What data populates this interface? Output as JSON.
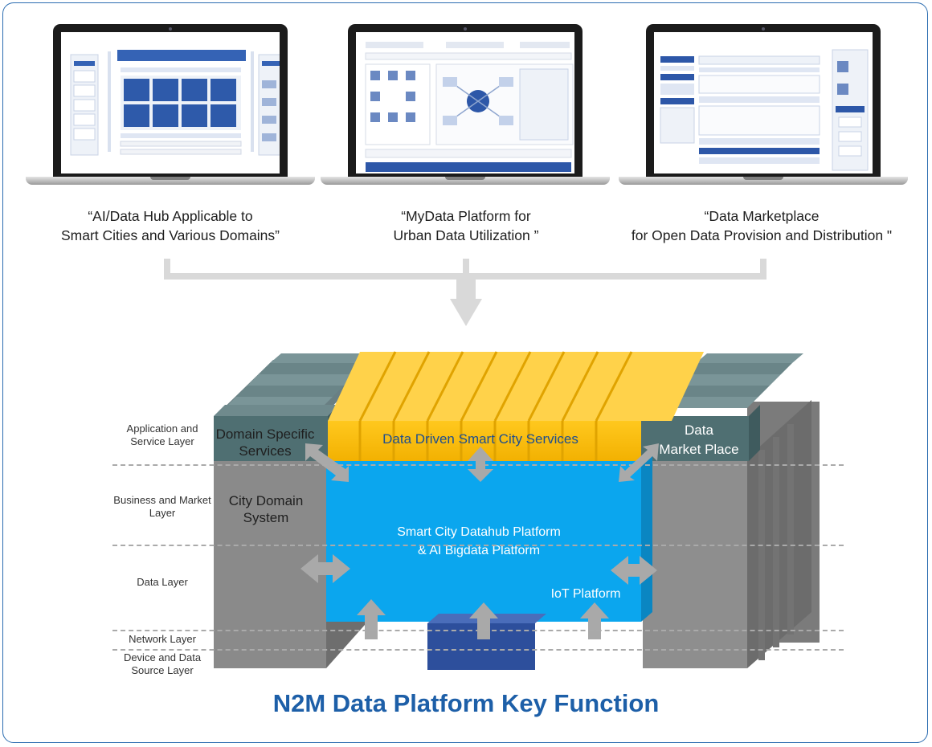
{
  "laptops": [
    {
      "caption": "“AI/Data Hub Applicable to\nSmart Cities and Various Domains”"
    },
    {
      "caption": "“MyData Platform for\nUrban Data Utilization ”"
    },
    {
      "caption": "“Data Marketplace\nfor Open Data Provision and Distribution \""
    }
  ],
  "layers": {
    "application": "Application and\nService Layer",
    "business": "Business and Market\nLayer",
    "data": "Data Layer",
    "network": "Network Layer",
    "device": "Device and Data\nSource Layer"
  },
  "blocks": {
    "domain_specific": [
      "Domain Specific",
      "Services"
    ],
    "data_driven": "Data Driven Smart City Services",
    "data_market": [
      "Data",
      "Market Place"
    ],
    "city_domain": [
      "City Domain",
      "System"
    ],
    "datahub": [
      "Smart City Datahub Platform",
      "& AI Bigdata Platform"
    ],
    "iot": "IoT Platform"
  },
  "title": "N2M Data Platform Key Function",
  "colors": {
    "border": "#2b6cb0",
    "title": "#1d5fa8",
    "yellow": "#f5b800",
    "blue": "#0aa5ec",
    "navy": "#2d4f9c",
    "teal": "#507074",
    "gray": "#8e8e8e",
    "arrow": "#a9a9a9"
  }
}
